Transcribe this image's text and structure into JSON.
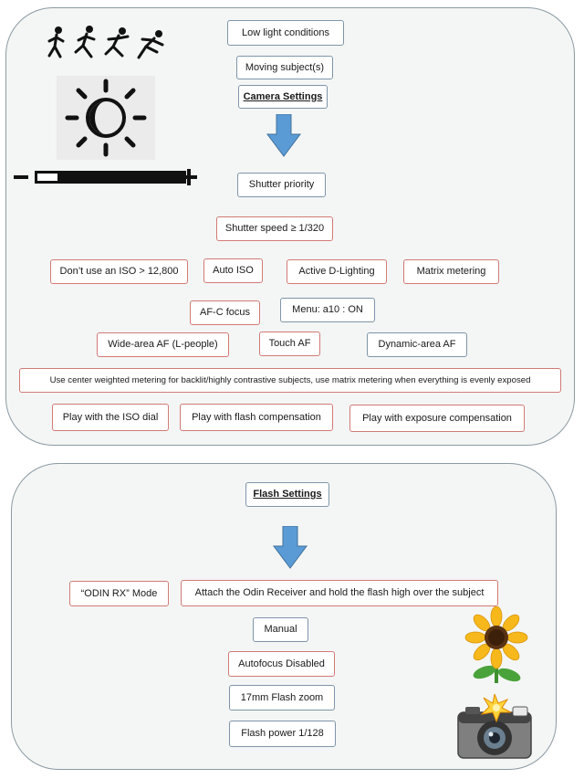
{
  "camera": {
    "low_light": "Low light conditions",
    "moving_subject": "Moving subject(s)",
    "heading": "Camera Settings",
    "shutter_priority": "Shutter priority",
    "shutter_speed": "Shutter speed ≥ 1/320",
    "no_iso": "Don’t use an ISO > 12,800",
    "auto_iso": "Auto ISO",
    "active_dlighting": "Active D-Lighting",
    "matrix_metering": "Matrix metering",
    "afc_focus": "AF-C focus",
    "menu_a10": "Menu: a10 : ON",
    "wide_area_af": "Wide-area AF (L-people)",
    "touch_af": "Touch AF",
    "dynamic_area_af": "Dynamic-area AF",
    "metering_note": "Use center weighted metering for backlit/highly contrastive subjects, use matrix metering when everything is evenly exposed",
    "play_iso": "Play with the ISO dial",
    "play_flash_comp": "Play with flash compensation",
    "play_exposure_comp": "Play with exposure compensation"
  },
  "flash": {
    "heading": "Flash Settings",
    "odin_mode": "“ODIN RX” Mode",
    "odin_receiver": "Attach the Odin Receiver and hold the flash high over the subject",
    "manual": "Manual",
    "autofocus_disabled": "Autofocus Disabled",
    "flash_zoom": "17mm Flash zoom",
    "flash_power": "Flash power 1/128"
  },
  "icons": {
    "runners": "running-people-icon",
    "sun": "sun-brightness-icon",
    "slider": "exposure-slider-icon",
    "arrow_color": "#5b9bd5",
    "sunflower": "sunflower-icon",
    "camera_flash": "camera-flash-icon"
  },
  "colors": {
    "red_border": "#d27a76",
    "blue_border": "#7f95a8",
    "gray_border": "#a9b4ba"
  }
}
